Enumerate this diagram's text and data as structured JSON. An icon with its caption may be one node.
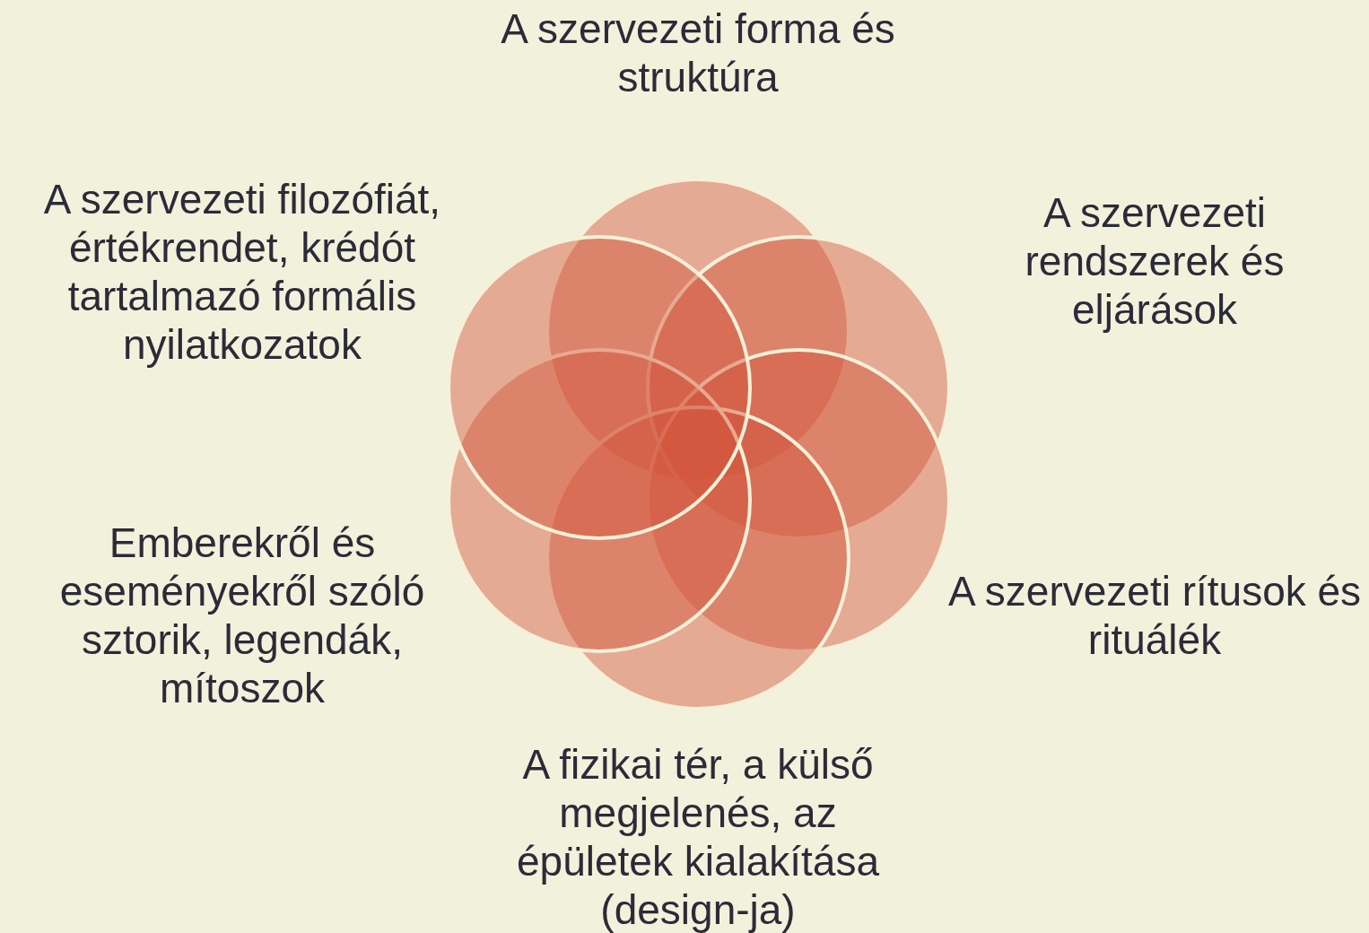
{
  "diagram": {
    "labels": [
      "A szervezeti forma és struktúra",
      "A szervezeti filozófiát, értékrendet, krédót tartalmazó formális nyilatkozatok",
      "A szervezeti rendszerek és eljárások",
      "Emberekről és eseményekről szóló sztorik, legendák, mítoszok",
      "A szervezeti rítusok és rituálék",
      "A fizikai tér, a külső megjelenés, az épületek kialakítása (design-ja)"
    ]
  }
}
